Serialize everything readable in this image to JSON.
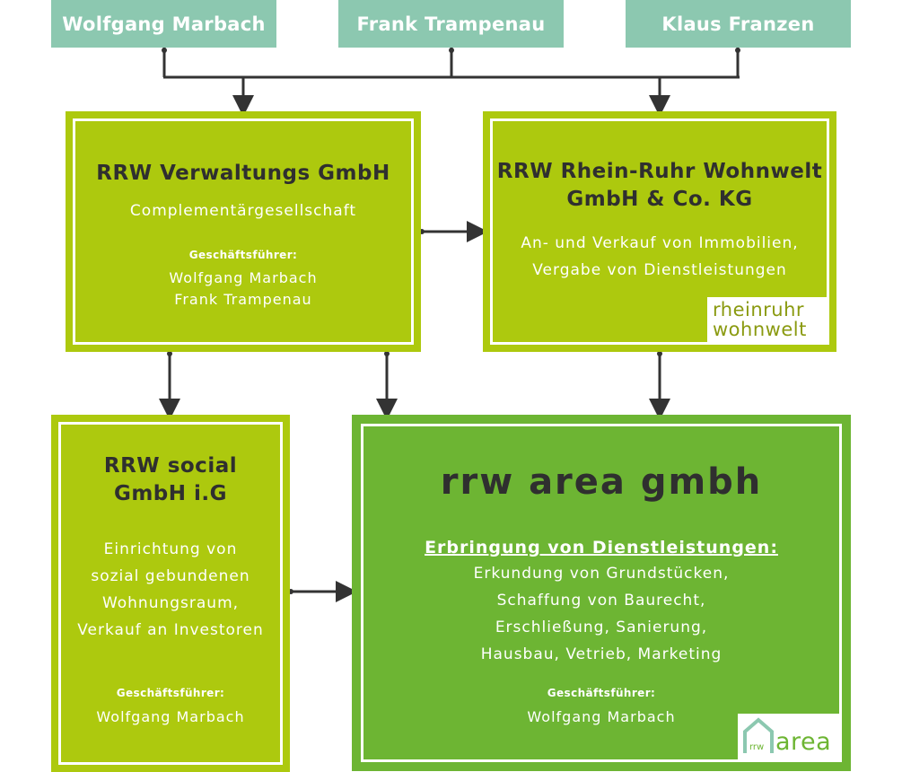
{
  "persons": [
    "Wolfgang Marbach",
    "Frank Trampenau",
    "Klaus Franzen"
  ],
  "verwaltung": {
    "title": "RRW Verwaltungs GmbH",
    "subtitle": "Complementärgesellschaft",
    "gf_label": "Geschäftsführer:",
    "gf_names": [
      "Wolfgang Marbach",
      "Frank Trampenau"
    ]
  },
  "wohnwelt": {
    "title_line1": "RRW Rhein-Ruhr Wohnwelt",
    "title_line2": "GmbH & Co. KG",
    "desc_line1": "An- und Verkauf von Immobilien,",
    "desc_line2": "Vergabe von Dienstleistungen",
    "logo_line1": "rheinruhr",
    "logo_line2": "wohnwelt"
  },
  "social": {
    "title_line1": "RRW social",
    "title_line2": "GmbH i.G",
    "desc": [
      "Einrichtung von",
      "sozial gebundenen",
      "Wohnungsraum,",
      "Verkauf an Investoren"
    ],
    "gf_label": "Geschäftsführer:",
    "gf_name": "Wolfgang Marbach"
  },
  "area": {
    "title": "rrw area gmbh",
    "heading": "Erbringung von Dienstleistungen:",
    "desc": [
      "Erkundung von Grundstücken,",
      "Schaffung von Baurecht,",
      "Erschließung, Sanierung,",
      "Hausbau, Vetrieb, Marketing"
    ],
    "gf_label": "Geschäftsführer:",
    "gf_name": "Wolfgang Marbach",
    "logo_small": "rrw",
    "logo_word": "area"
  },
  "colors": {
    "person_bg": "#8cc8b0",
    "lime": "#adc90e",
    "green": "#6db533",
    "line": "#333333"
  }
}
